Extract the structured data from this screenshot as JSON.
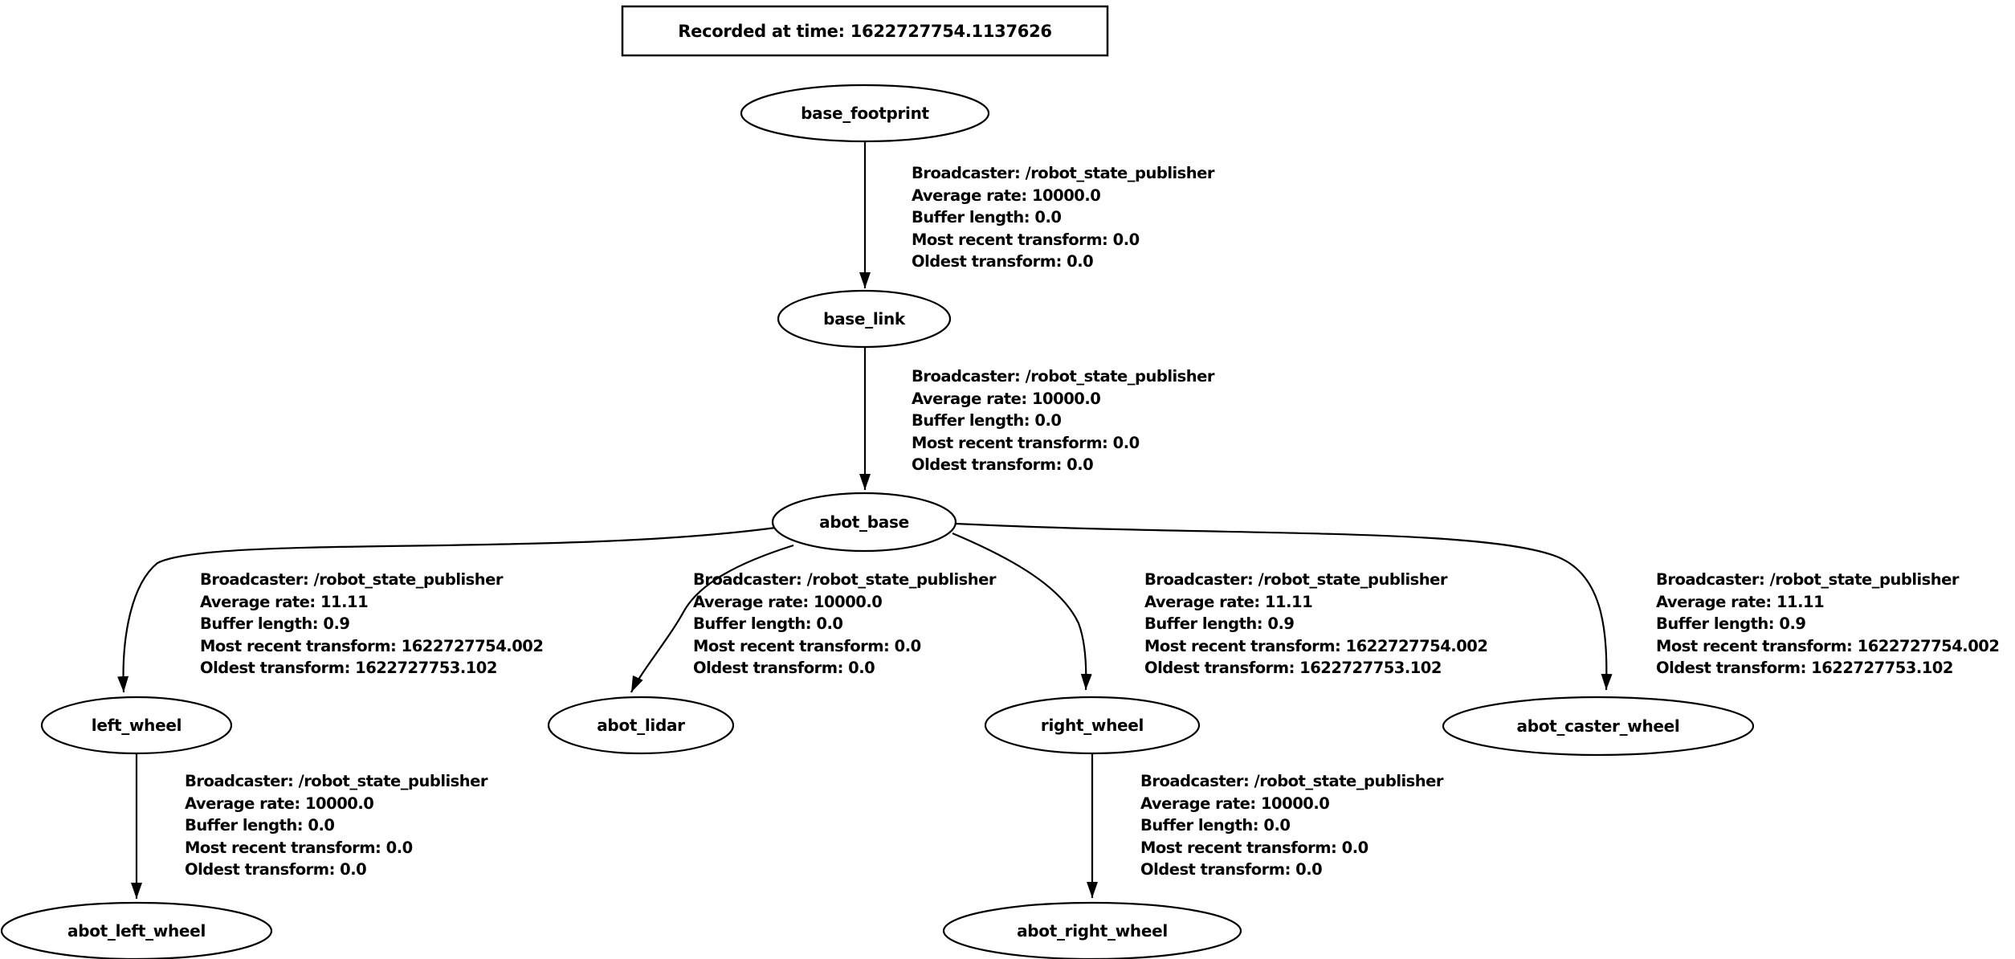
{
  "colors": {
    "background": "#ffffff",
    "stroke": "#000000",
    "text": "#000000"
  },
  "title": {
    "text": "Recorded at time: 1622727754.1137626"
  },
  "nodes": [
    {
      "label": "base_footprint"
    },
    {
      "label": "base_link"
    },
    {
      "label": "abot_base"
    },
    {
      "label": "left_wheel"
    },
    {
      "label": "abot_lidar"
    },
    {
      "label": "right_wheel"
    },
    {
      "label": "abot_caster_wheel"
    },
    {
      "label": "abot_left_wheel"
    },
    {
      "label": "abot_right_wheel"
    }
  ],
  "edges": [
    {
      "from": "base_footprint",
      "to": "base_link",
      "label_lines": [
        "Broadcaster: /robot_state_publisher",
        "Average rate: 10000.0",
        "Buffer length: 0.0",
        "Most recent transform: 0.0",
        "Oldest transform: 0.0"
      ]
    },
    {
      "from": "base_link",
      "to": "abot_base",
      "label_lines": [
        "Broadcaster: /robot_state_publisher",
        "Average rate: 10000.0",
        "Buffer length: 0.0",
        "Most recent transform: 0.0",
        "Oldest transform: 0.0"
      ]
    },
    {
      "from": "abot_base",
      "to": "left_wheel",
      "label_lines": [
        "Broadcaster: /robot_state_publisher",
        "Average rate: 11.11",
        "Buffer length: 0.9",
        "Most recent transform: 1622727754.002",
        "Oldest transform: 1622727753.102"
      ]
    },
    {
      "from": "abot_base",
      "to": "abot_lidar",
      "label_lines": [
        "Broadcaster: /robot_state_publisher",
        "Average rate: 10000.0",
        "Buffer length: 0.0",
        "Most recent transform: 0.0",
        "Oldest transform: 0.0"
      ]
    },
    {
      "from": "abot_base",
      "to": "right_wheel",
      "label_lines": [
        "Broadcaster: /robot_state_publisher",
        "Average rate: 11.11",
        "Buffer length: 0.9",
        "Most recent transform: 1622727754.002",
        "Oldest transform: 1622727753.102"
      ]
    },
    {
      "from": "abot_base",
      "to": "abot_caster_wheel",
      "label_lines": [
        "Broadcaster: /robot_state_publisher",
        "Average rate: 11.11",
        "Buffer length: 0.9",
        "Most recent transform: 1622727754.002",
        "Oldest transform: 1622727753.102"
      ]
    },
    {
      "from": "left_wheel",
      "to": "abot_left_wheel",
      "label_lines": [
        "Broadcaster: /robot_state_publisher",
        "Average rate: 10000.0",
        "Buffer length: 0.0",
        "Most recent transform: 0.0",
        "Oldest transform: 0.0"
      ]
    },
    {
      "from": "right_wheel",
      "to": "abot_right_wheel",
      "label_lines": [
        "Broadcaster: /robot_state_publisher",
        "Average rate: 10000.0",
        "Buffer length: 0.0",
        "Most recent transform: 0.0",
        "Oldest transform: 0.0"
      ]
    }
  ]
}
